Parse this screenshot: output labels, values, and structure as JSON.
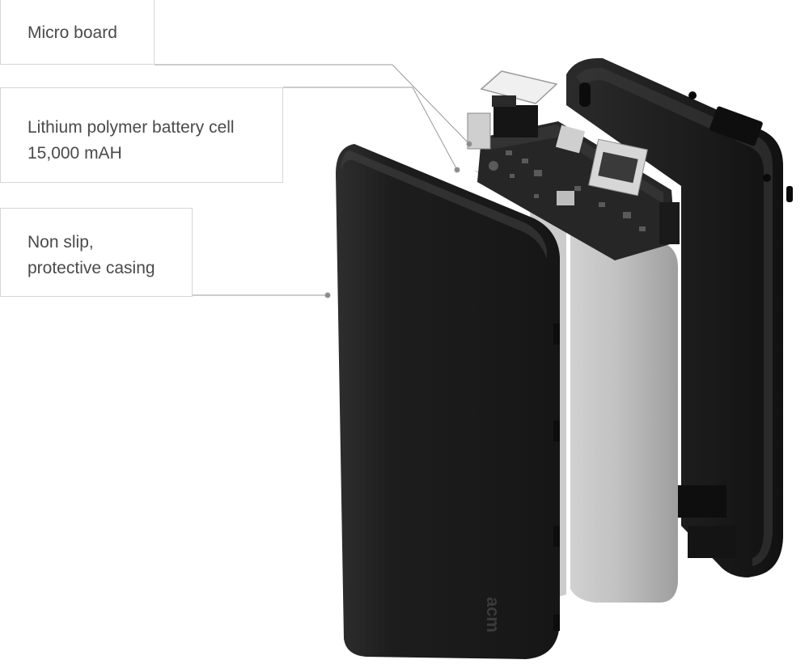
{
  "callouts": {
    "micro_board": "Micro board",
    "battery_cell": "Lithium polymer battery cell\n15,000 mAH",
    "casing": "Non slip,\nprotective casing"
  },
  "product": {
    "brand_mark": "acm"
  },
  "colors": {
    "casing": "#1c1c1c",
    "battery": "#c4c4c4",
    "board": "#2a2a2a",
    "leader_line": "#9a9a9a",
    "label_text": "#4a4a4a"
  }
}
